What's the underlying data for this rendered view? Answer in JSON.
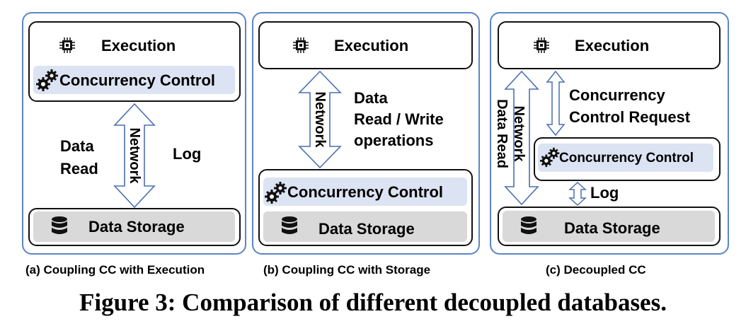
{
  "panel_a": {
    "execution": "Execution",
    "concurrency_control": "Concurrency Control",
    "data_read": [
      "Data",
      "Read"
    ],
    "network": "Network",
    "log": "Log",
    "data_storage": "Data Storage",
    "caption": "(a) Coupling CC with Execution"
  },
  "panel_b": {
    "execution": "Execution",
    "network": "Network",
    "operations": [
      "Data",
      "Read / Write",
      "operations"
    ],
    "concurrency_control": "Concurrency Control",
    "data_storage": "Data Storage",
    "caption": "(b) Coupling CC with Storage"
  },
  "panel_c": {
    "execution": "Execution",
    "network_data_read": [
      "Network",
      "Data Read"
    ],
    "cc_request": [
      "Concurrency",
      "Control Request"
    ],
    "concurrency_control": "Concurrency Control",
    "log": "Log",
    "data_storage": "Data Storage",
    "caption": "(c) Decoupled CC"
  },
  "figure_title": "Figure 3: Comparison of different decoupled databases.",
  "colors": {
    "panel_border": "#5b86c4",
    "arrow": "#4a6fb0",
    "cc_band": "#dce3f2",
    "storage_band": "#d9d9d9"
  },
  "icons": [
    "cpu-chip-icon",
    "gears-icon",
    "database-icon"
  ]
}
